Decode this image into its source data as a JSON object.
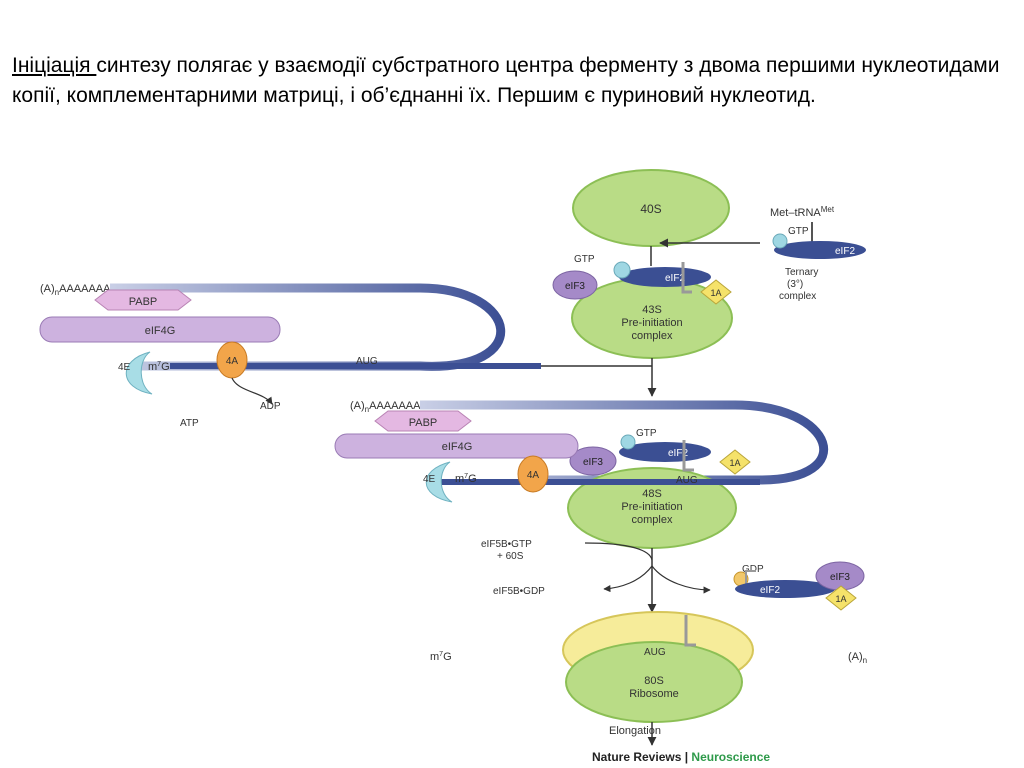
{
  "text": {
    "term": "Ініціація ",
    "rest": "синтезу полягає у взаємодії субстратного центра ферменту з двома першими нуклеотидами копії, комплементарними матриці, і об’єднанні їх. Першим є пуриновий нуклеотид."
  },
  "diagram": {
    "ribosome_40s": "40S",
    "met_trna_base": "Met–tRNA",
    "met_trna_sup": "Met",
    "gtp": "GTP",
    "gdp": "GDP",
    "eif2": "eIF2",
    "eif3": "eIF3",
    "factor_1a": "1A",
    "ternary_line1": "Ternary",
    "ternary_line2": "(3°)",
    "ternary_line3": "complex",
    "polya_base": "(A)",
    "polya_sub": "n",
    "polya_tail": "AAAAAAAAA",
    "pabp": "PABP",
    "eif4g": "eIF4G",
    "eif4e": "4E",
    "m7g_base": "m",
    "m7g_sup": "7",
    "m7g_end": "G",
    "eif4a": "4A",
    "aug": "AUG",
    "atp": "ATP",
    "adp": "ADP",
    "c43s_line1": "43S",
    "c43s_line2": "Pre-initiation",
    "c43s_line3": "complex",
    "c48s_line1": "48S",
    "c48s_line2": "Pre-initiation",
    "c48s_line3": "complex",
    "eif5b_gtp_line1": "eIF5B•GTP",
    "eif5b_gtp_line2": "+ 60S",
    "eif5b_gdp": "eIF5B•GDP",
    "r80s_line1": "80S",
    "r80s_line2": "Ribosome",
    "elongation": "Elongation",
    "credit_left": "Nature Reviews",
    "credit_sep": " | ",
    "credit_right": "Neuroscience"
  },
  "colors": {
    "ribosome_green": "#b9dc86",
    "ribosome_stroke": "#8cbf55",
    "large_subunit_yellow": "#f6ec9a",
    "pabp_pink": "#e4b8e2",
    "eif4g_lilac": "#cdb2df",
    "eif3_purple": "#a58ac8",
    "eif2_navy": "#3b4f93",
    "mrna_blue": "#3c4f94",
    "factor_4a_orange": "#f2a54a",
    "factor_1a_yellow": "#f5e26a",
    "eif4e_cyan": "#a8dde6",
    "gtp_cyan": "#9fd7e3",
    "credit_green": "#2e9a4a"
  }
}
